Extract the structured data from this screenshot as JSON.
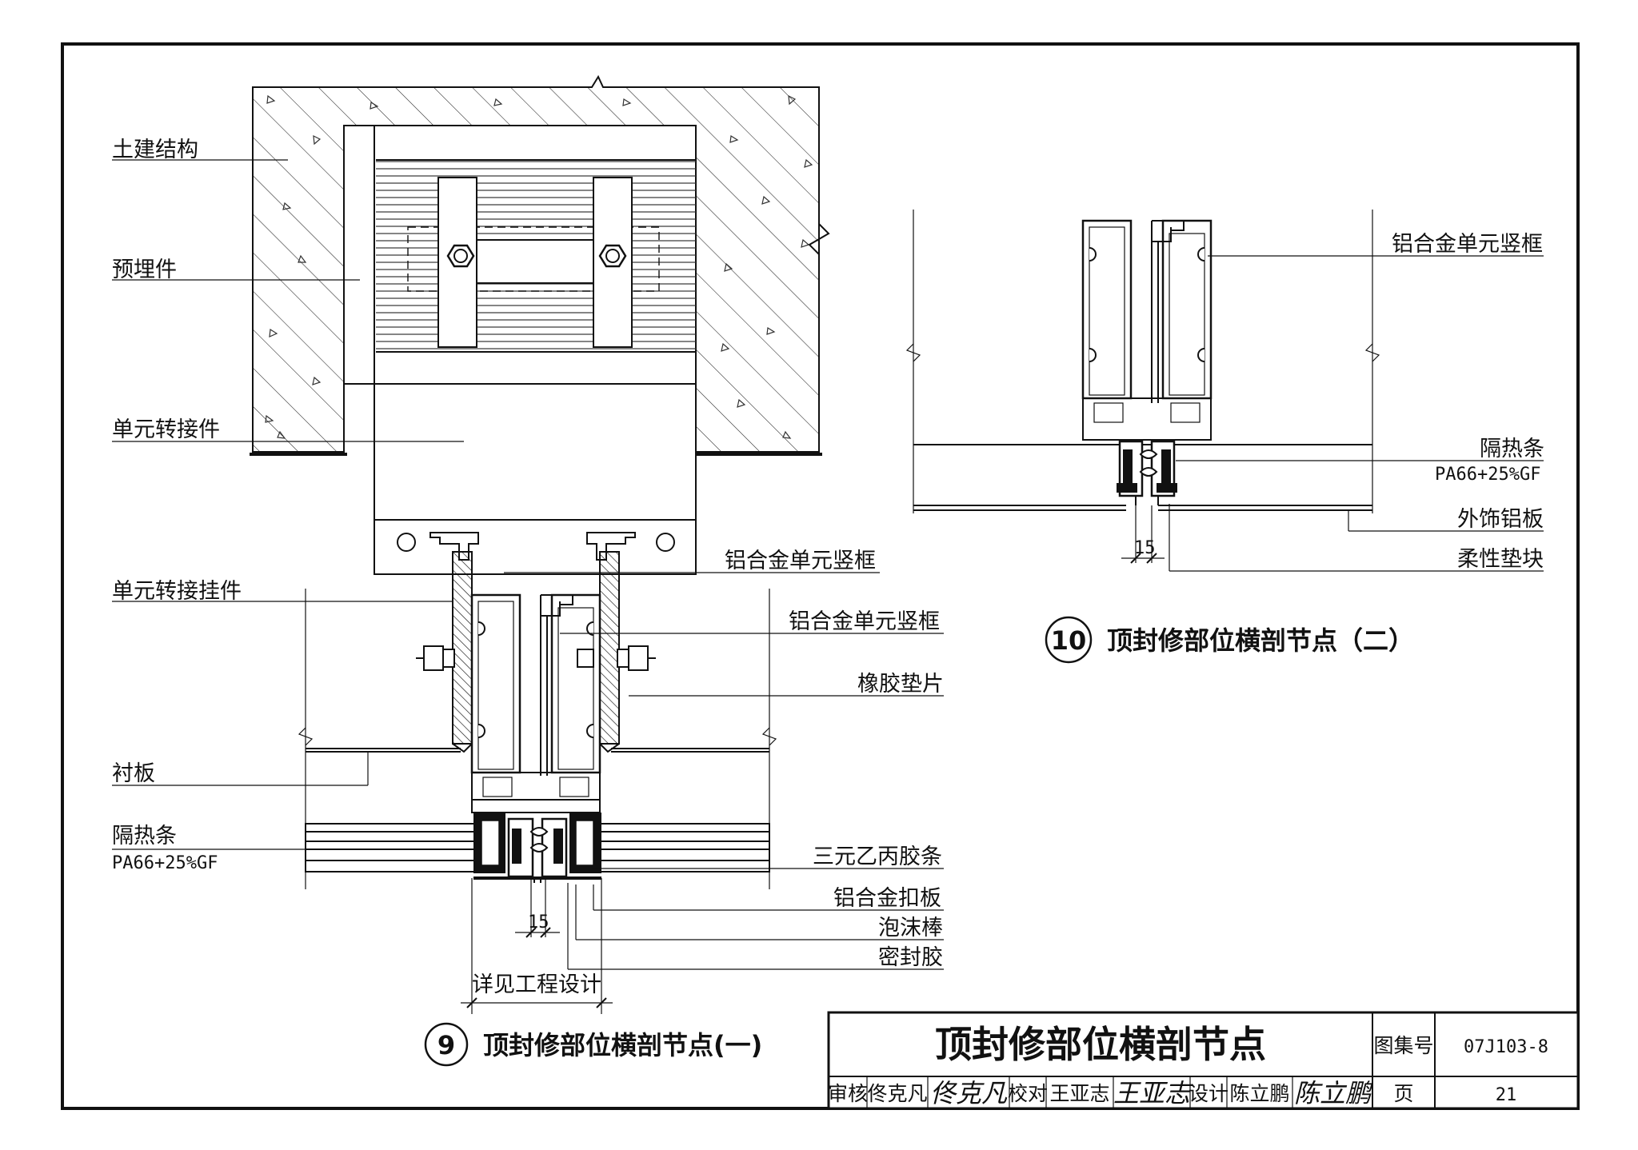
{
  "drawing": {
    "title": "顶封修部位横剖节点",
    "atlas_label": "图集号",
    "atlas_no": "07J103-8",
    "page_label": "页",
    "page_no": "21",
    "review_label": "审核",
    "reviewer": "佟克凡",
    "reviewer_sig": "佟克凡",
    "check_label": "校对",
    "checker": "王亚志",
    "checker_sig": "王亚志",
    "design_label": "设计",
    "designer": "陈立鹏",
    "designer_sig": "陈立鹏"
  },
  "detail9": {
    "number": "9",
    "caption": "顶封修部位横剖节点(一)",
    "labels": {
      "civil": "土建结构",
      "embed": "预埋件",
      "adapter": "单元转接件",
      "mullion_top": "铝合金单元竖框",
      "hanger": "单元转接挂件",
      "mullion": "铝合金单元竖框",
      "rubber_pad": "橡胶垫片",
      "liner": "衬板",
      "thermal": "隔热条",
      "thermal_spec": "PA66+25%GF",
      "epdm": "三元乙丙胶条",
      "cover": "铝合金扣板",
      "foam": "泡沫棒",
      "sealant": "密封胶",
      "dim": "15",
      "see_design": "详见工程设计"
    }
  },
  "detail10": {
    "number": "10",
    "caption": "顶封修部位横剖节点（二）",
    "labels": {
      "mullion": "铝合金单元竖框",
      "thermal": "隔热条",
      "thermal_spec": "PA66+25%GF",
      "al_panel": "外饰铝板",
      "soft_block": "柔性垫块",
      "dim": "15"
    }
  }
}
